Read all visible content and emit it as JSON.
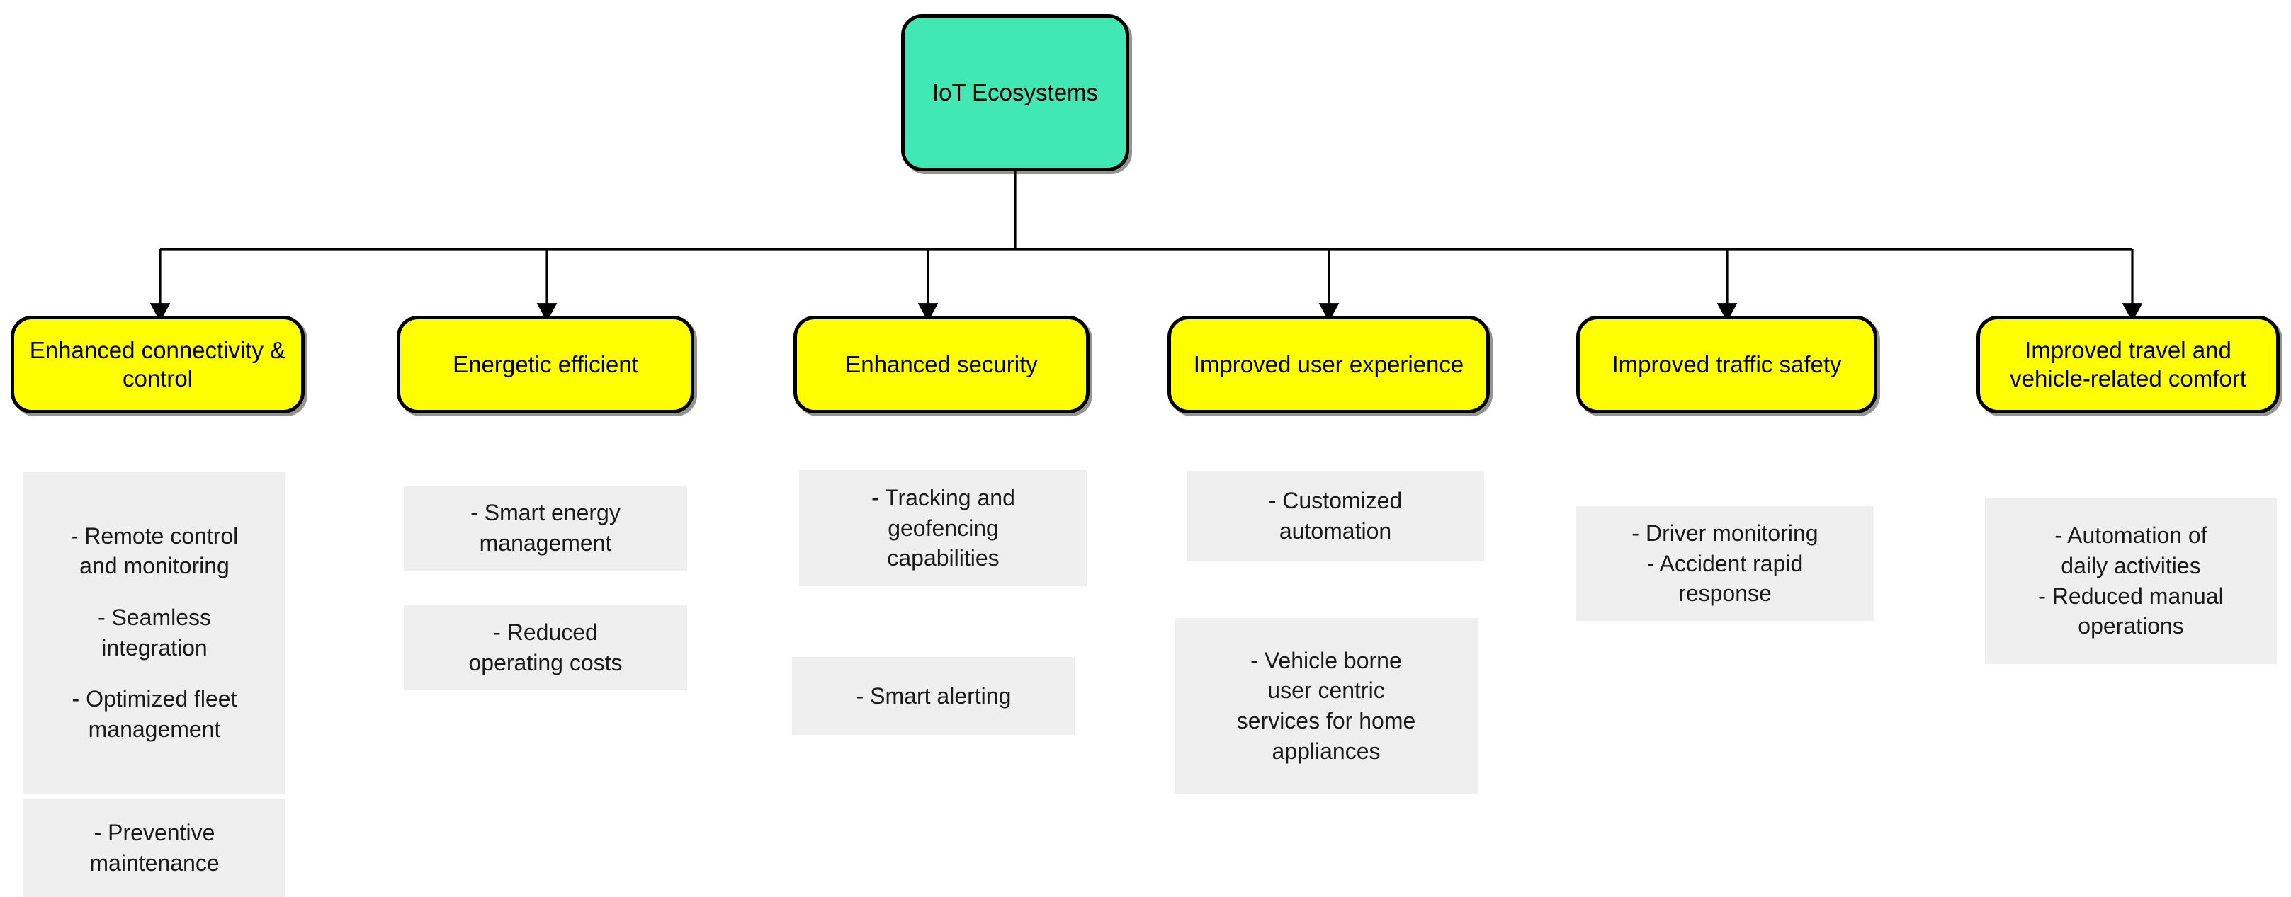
{
  "diagram": {
    "title": "IoT Ecosystems benefits hierarchy",
    "root": {
      "label": "IoT Ecosystems",
      "fill_color": "#42E8B4",
      "border_color": "#000000"
    },
    "node_fill_color": "#FFFF00",
    "panel_fill_color": "#EFEFEF",
    "connector_color": "#000000",
    "branches": [
      {
        "label": "Enhanced\nconnectivity &\ncontrol",
        "panels": [
          {
            "items": [
              "- Remote control\nand monitoring",
              "- Seamless\nintegration",
              "- Optimized fleet\nmanagement"
            ]
          },
          {
            "items": [
              "- Preventive\nmaintenance"
            ]
          }
        ]
      },
      {
        "label": "Energetic efficient",
        "panels": [
          {
            "items": [
              "- Smart energy\nmanagement"
            ]
          },
          {
            "items": [
              "- Reduced\noperating costs"
            ]
          }
        ]
      },
      {
        "label": "Enhanced security",
        "panels": [
          {
            "items": [
              "- Tracking and\ngeofencing\ncapabilities"
            ]
          },
          {
            "items": [
              "- Smart alerting"
            ]
          }
        ]
      },
      {
        "label": "Improved user\nexperience",
        "panels": [
          {
            "items": [
              "- Customized\nautomation"
            ]
          },
          {
            "items": [
              "- Vehicle borne\nuser centric\nservices for home\nappliances"
            ]
          }
        ]
      },
      {
        "label": "Improved traffic\nsafety",
        "panels": [
          {
            "items": [
              "- Driver monitoring",
              "- Accident rapid\nresponse"
            ]
          }
        ]
      },
      {
        "label": "Improved travel\nand vehicle-related\ncomfort",
        "panels": [
          {
            "items": [
              "- Automation of\ndaily activities",
              "- Reduced manual\noperations"
            ]
          }
        ]
      }
    ]
  }
}
